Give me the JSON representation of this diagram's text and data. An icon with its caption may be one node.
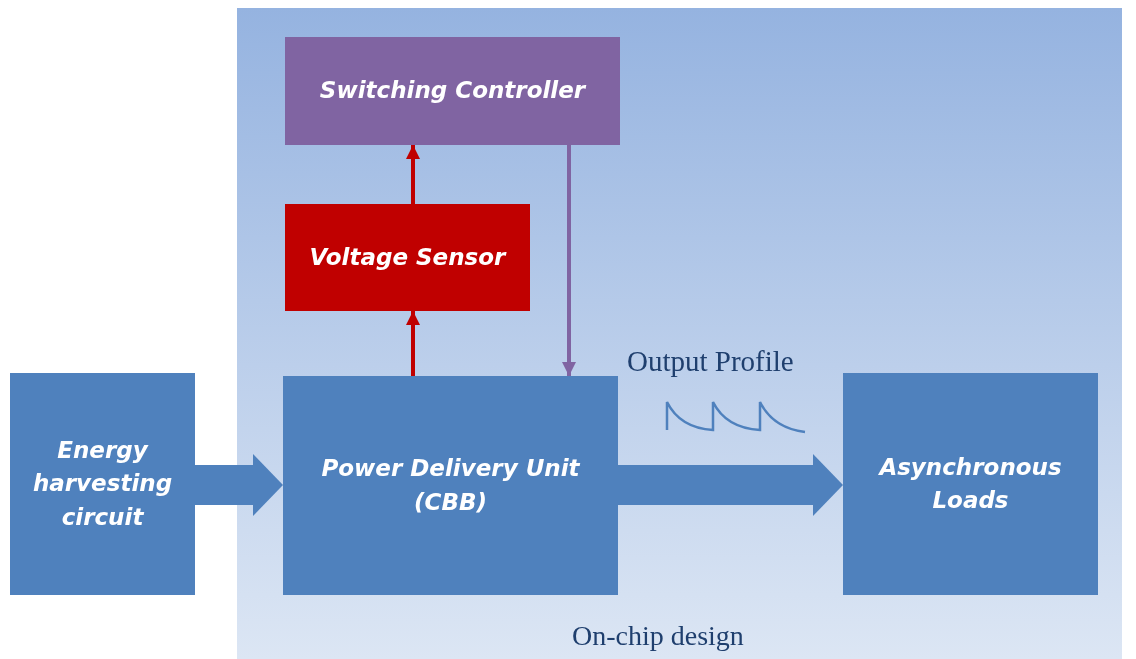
{
  "diagram": {
    "nodes": [
      {
        "text": [
          "On-chip design"
        ]
      },
      {
        "text": [
          "Switching Controller"
        ],
        "in": 0
      },
      {
        "text": [
          "Voltage Sensor"
        ],
        "in": 0
      },
      {
        "text": [
          "Power Delivery Unit (CBB)"
        ],
        "in": 0
      },
      {
        "text": [
          "Asynchronous Loads"
        ],
        "in": 0
      },
      {
        "text": [
          "Energy harvesting circuit"
        ]
      }
    ],
    "edges": [
      {
        "from": 5,
        "to": 3,
        "arrow": "to",
        "style": "thick",
        "color": "#4f81bd"
      },
      {
        "from": 3,
        "to": 4,
        "arrow": "to",
        "style": "thick",
        "color": "#4f81bd"
      },
      {
        "from": 3,
        "to": 2,
        "arrow": "to",
        "color": "#c00000"
      },
      {
        "from": 2,
        "to": 1,
        "arrow": "to",
        "color": "#c00000"
      },
      {
        "from": 1,
        "to": 3,
        "arrow": "to",
        "color": "#8064a2"
      }
    ],
    "labels": [
      "Output Profile"
    ]
  }
}
